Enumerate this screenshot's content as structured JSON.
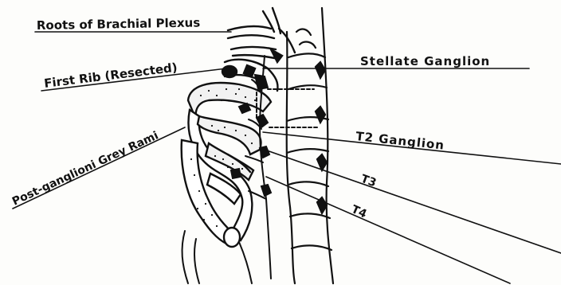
{
  "labels": {
    "roots": "Roots of Brachial Plexus",
    "first_rib": "First Rib (Resected)",
    "postganglionic": "Post-ganglioni Grey Rami",
    "stellate": "Stellate Ganglion",
    "t2": "T2 Ganglion",
    "t3": "T3",
    "t4": "T4"
  }
}
